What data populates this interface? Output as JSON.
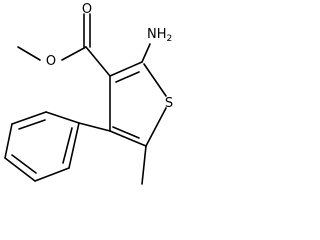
{
  "molecule": {
    "atoms": {
      "ester_carbonyl_oxygen": "O",
      "ester_ether_oxygen": "O",
      "ring_sulfur": "S",
      "amino_group": "NH2"
    },
    "amino_group_parts": {
      "main": "NH",
      "subscript": "2"
    }
  },
  "colors": {
    "bond": "#000000",
    "label": "#000000",
    "background": "#ffffff"
  }
}
